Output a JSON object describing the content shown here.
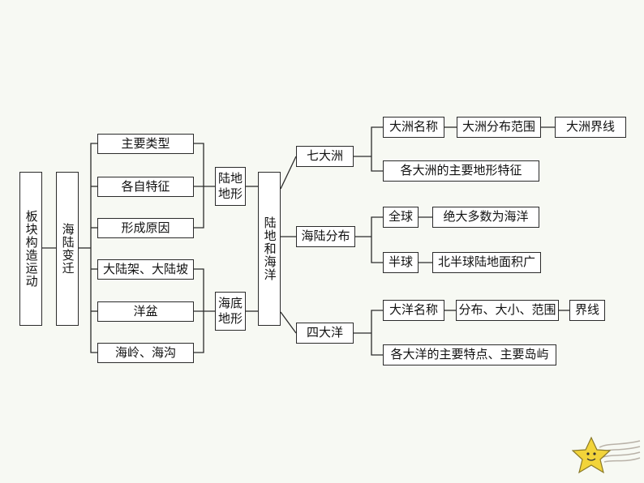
{
  "nodes": {
    "plate": "板块构造运动",
    "sealand_change": "海陆变迁",
    "main_types": "主要类型",
    "features": "各自特征",
    "origin": "形成原因",
    "land_terrain": "陆地地形",
    "shelf_slope": "大陆架、大陆坡",
    "basin": "洋盆",
    "ridge_trench": "海岭、海沟",
    "sea_terrain": "海底地形",
    "land_ocean": "陆地和海洋",
    "seven_continents": "七大洲",
    "continent_names": "大洲名称",
    "continent_range": "大洲分布范围",
    "continent_boundary": "大洲界线",
    "continent_landforms": "各大洲的主要地形特征",
    "sealand_distribution": "海陆分布",
    "global": "全球",
    "mostly_ocean": "绝大多数为海洋",
    "hemisphere": "半球",
    "north_land": "北半球陆地面积广",
    "four_oceans": "四大洋",
    "ocean_names": "大洋名称",
    "ocean_dist": "分布、大小、范围",
    "ocean_boundary": "界线",
    "ocean_features": "各大洋的主要特点、主要岛屿"
  },
  "colors": {
    "background": "#f7f9f3",
    "border": "#2b2b2b",
    "star": "#f2d43a"
  }
}
